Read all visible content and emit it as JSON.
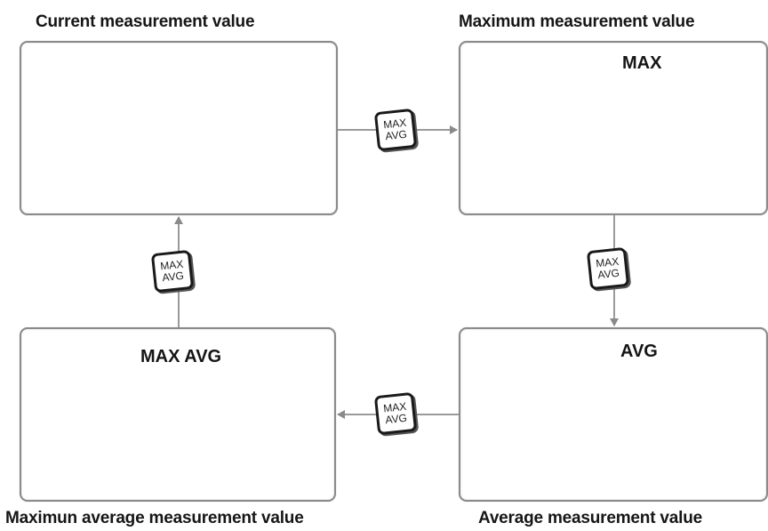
{
  "panels": {
    "current": {
      "title": "Current measurement value",
      "mode": ""
    },
    "maximum": {
      "title": "Maximum measurement value",
      "mode": "MAX"
    },
    "average": {
      "title": "Average measurement value",
      "mode": "AVG"
    },
    "max_average": {
      "title": "Maximun average measurement value",
      "mode": "MAX AVG"
    }
  },
  "button": {
    "line1": "MAX",
    "line2": "AVG"
  },
  "colors": {
    "border": "#8a8a8a",
    "button_border": "#1a1a1a",
    "connector": "#9a9a9a"
  }
}
